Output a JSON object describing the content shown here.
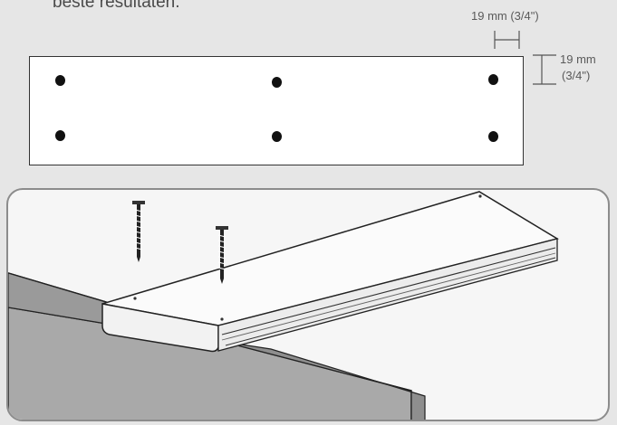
{
  "intro": {
    "text": "beste resultaten."
  },
  "dimensions": {
    "horizontal_label": "19 mm (3/4\")",
    "vertical_label_line1": "19 mm",
    "vertical_label_line2": "(3/4\")"
  },
  "colors": {
    "background": "#e6e6e6",
    "board": "#ffffff",
    "hole": "#111111",
    "frame_border": "#8c8c8c",
    "joist": "#a9a9a9"
  },
  "icons": {
    "screw": "screw-icon"
  }
}
